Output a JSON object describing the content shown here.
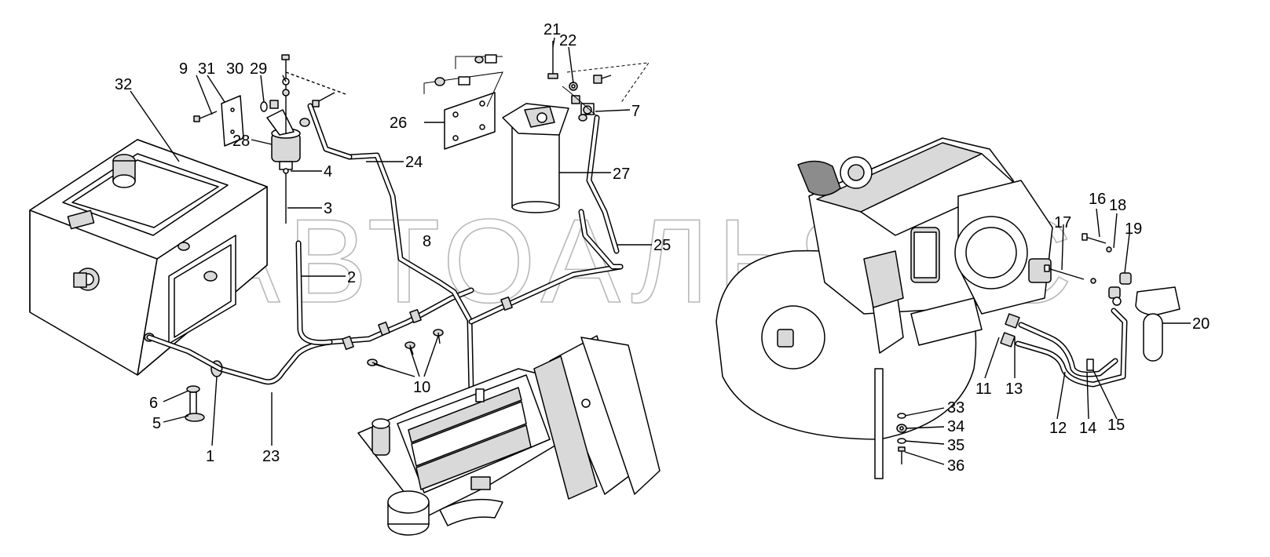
{
  "watermark": "АВТОАЛЬЯНС",
  "callouts": [
    {
      "id": "c1",
      "text": "1"
    },
    {
      "id": "c2",
      "text": "2"
    },
    {
      "id": "c3",
      "text": "3"
    },
    {
      "id": "c4",
      "text": "4"
    },
    {
      "id": "c5",
      "text": "5"
    },
    {
      "id": "c6",
      "text": "6"
    },
    {
      "id": "c7",
      "text": "7"
    },
    {
      "id": "c8",
      "text": "8"
    },
    {
      "id": "c9",
      "text": "9"
    },
    {
      "id": "c10",
      "text": "10"
    },
    {
      "id": "c11",
      "text": "11"
    },
    {
      "id": "c12",
      "text": "12"
    },
    {
      "id": "c13",
      "text": "13"
    },
    {
      "id": "c14",
      "text": "14"
    },
    {
      "id": "c15",
      "text": "15"
    },
    {
      "id": "c16",
      "text": "16"
    },
    {
      "id": "c17",
      "text": "17"
    },
    {
      "id": "c18",
      "text": "18"
    },
    {
      "id": "c19",
      "text": "19"
    },
    {
      "id": "c20",
      "text": "20"
    },
    {
      "id": "c21",
      "text": "21"
    },
    {
      "id": "c22",
      "text": "22"
    },
    {
      "id": "c23",
      "text": "23"
    },
    {
      "id": "c24",
      "text": "24"
    },
    {
      "id": "c25",
      "text": "25"
    },
    {
      "id": "c26",
      "text": "26"
    },
    {
      "id": "c27",
      "text": "27"
    },
    {
      "id": "c28",
      "text": "28"
    },
    {
      "id": "c29",
      "text": "29"
    },
    {
      "id": "c30",
      "text": "30"
    },
    {
      "id": "c31",
      "text": "31"
    },
    {
      "id": "c32",
      "text": "32"
    },
    {
      "id": "c33",
      "text": "33"
    },
    {
      "id": "c34",
      "text": "34"
    },
    {
      "id": "c35",
      "text": "35"
    },
    {
      "id": "c36",
      "text": "36"
    }
  ]
}
